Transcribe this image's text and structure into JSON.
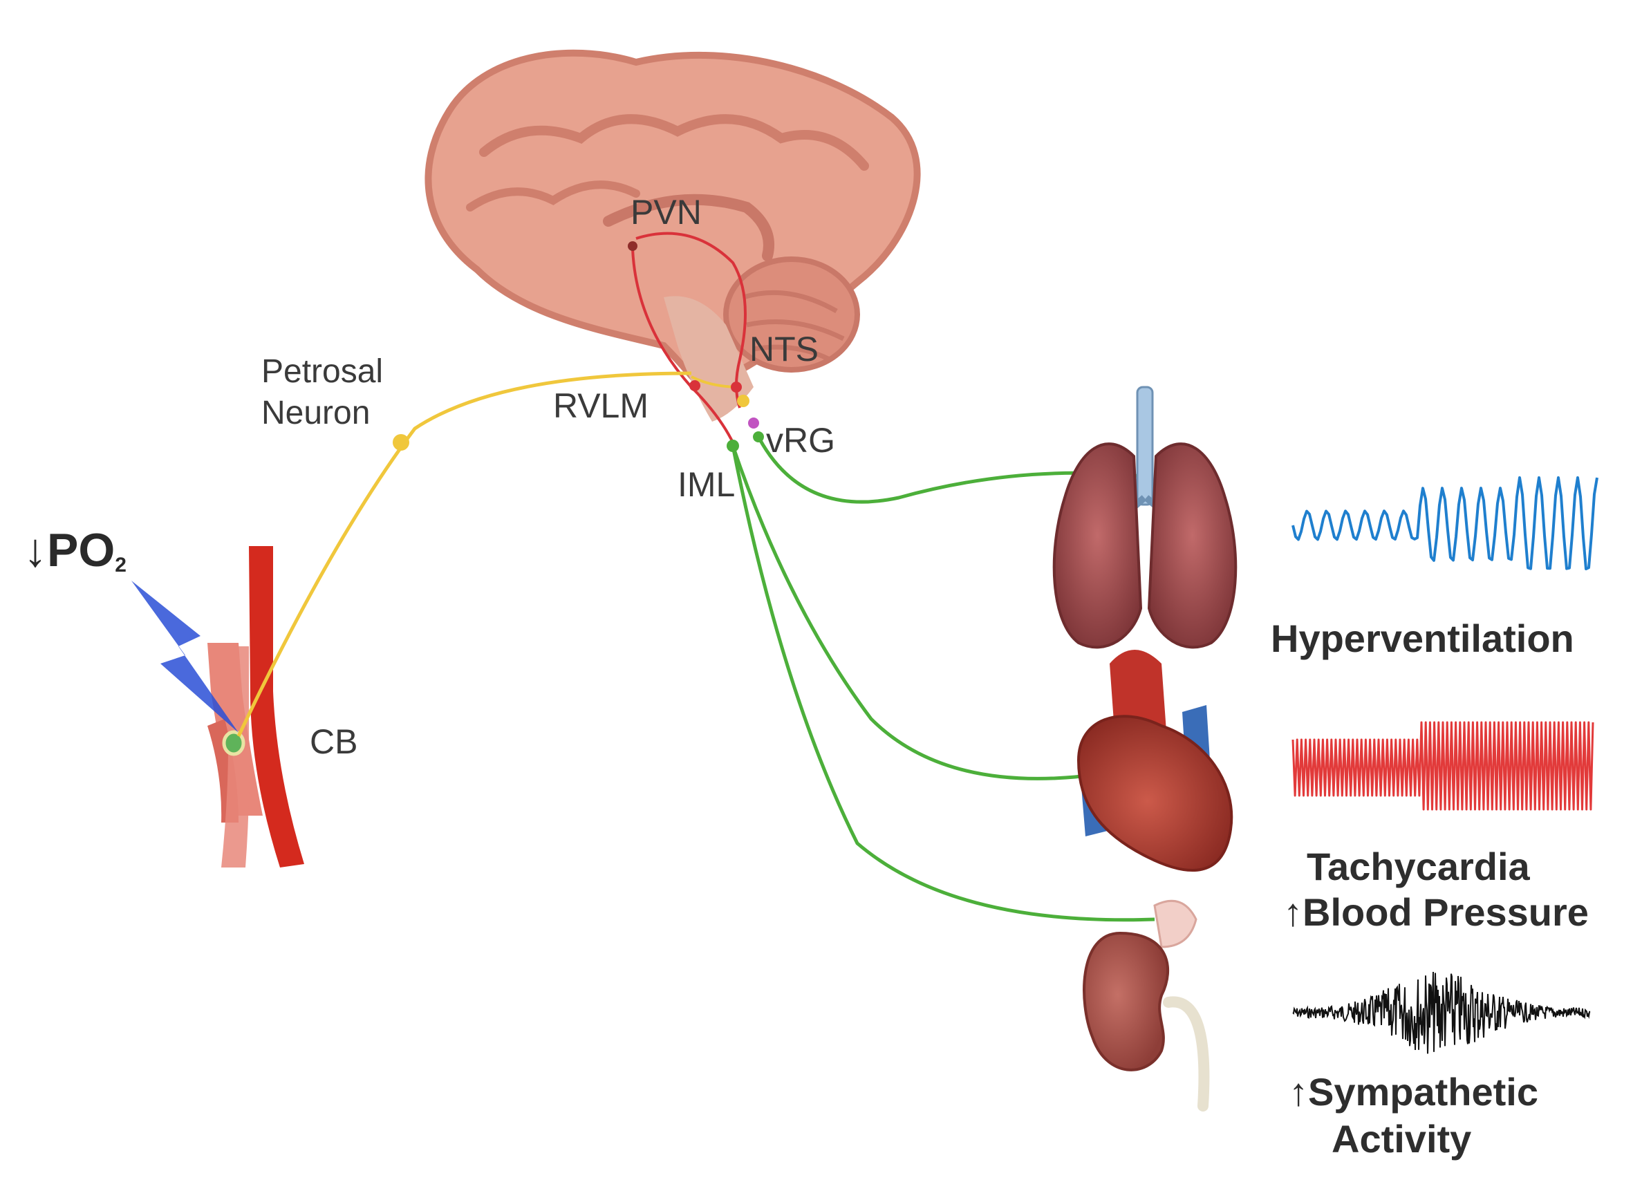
{
  "labels": {
    "po2_arrow": "↓",
    "po2_main": "PO",
    "po2_sub": "2",
    "cb": "CB",
    "petrosal_line1": "Petrosal",
    "petrosal_line2": "Neuron",
    "pvn": "PVN",
    "nts": "NTS",
    "rvlm": "RVLM",
    "vrg": "vRG",
    "iml": "IML"
  },
  "outcomes": {
    "hyperventilation": "Hyperventilation",
    "tachycardia": "Tachycardia",
    "bp_arrow": "↑",
    "blood_pressure": "Blood Pressure",
    "sympathetic_arrow": "↑",
    "sympathetic_line1": "Sympathetic",
    "sympathetic_line2": "Activity"
  },
  "colors": {
    "artery": "#d42a1e",
    "artery_pale": "#e8877a",
    "lightning": "#2a4fd6",
    "petrosal_fiber": "#f0c73c",
    "efferent_fiber": "#4caf3a",
    "central_fiber": "#d9323a",
    "brain": "#e7a28f",
    "brain_dark": "#cf7f6d",
    "lung": "#9c4a4c",
    "heart": "#b63a2f",
    "kidney": "#a9514a",
    "resp_trace": "#1f7fce",
    "bp_trace": "#e23a3a",
    "symp_trace": "#111111"
  },
  "icons": [
    "lightning-icon",
    "brain-icon",
    "lungs-icon",
    "heart-icon",
    "kidney-icon"
  ]
}
